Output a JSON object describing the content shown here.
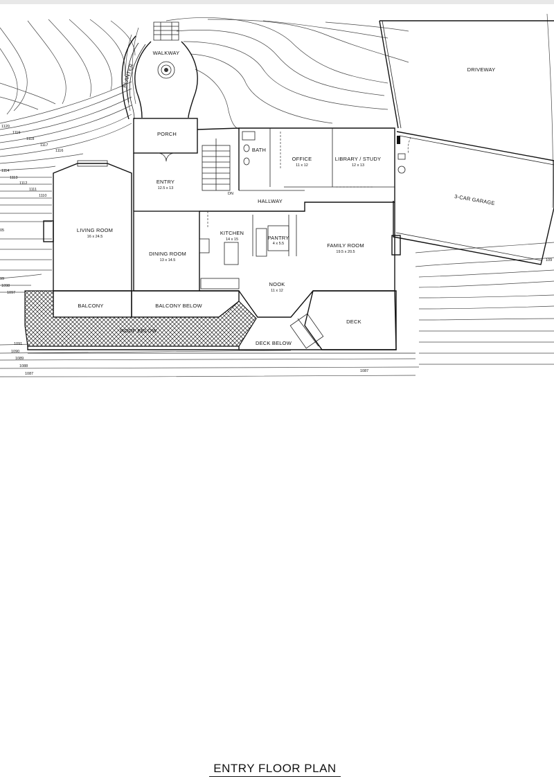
{
  "title": "ENTRY FLOOR PLAN",
  "rooms": {
    "walkway": {
      "name": "WALKWAY"
    },
    "planter": {
      "name": "PLANTER"
    },
    "driveway": {
      "name": "DRIVEWAY"
    },
    "porch": {
      "name": "PORCH"
    },
    "bath": {
      "name": "BATH"
    },
    "office": {
      "name": "OFFICE",
      "dim": "11 x 12"
    },
    "library": {
      "name": "LIBRARY / STUDY",
      "dim": "12 x 13"
    },
    "entry": {
      "name": "ENTRY",
      "dim": "12.5 x 13"
    },
    "dn": {
      "name": "DN"
    },
    "hallway": {
      "name": "HALLWAY"
    },
    "garage": {
      "name": "3-CAR GARAGE"
    },
    "living": {
      "name": "LIVING ROOM",
      "dim": "16 x 24.5"
    },
    "kitchen": {
      "name": "KITCHEN",
      "dim": "14 x 15"
    },
    "pantry": {
      "name": "PANTRY",
      "dim": "4 x 5.5"
    },
    "family": {
      "name": "FAMILY ROOM",
      "dim": "19.5 x 20.5"
    },
    "dining": {
      "name": "DINING ROOM",
      "dim": "13 x 14.5"
    },
    "nook": {
      "name": "NOOK",
      "dim": "11 x 12"
    },
    "balcony": {
      "name": "BALCONY"
    },
    "balcony_below": {
      "name": "BALCONY BELOW"
    },
    "deck": {
      "name": "DECK"
    },
    "roof_below": {
      "name": "ROOF BELOW"
    },
    "deck_below": {
      "name": "DECK BELOW"
    }
  },
  "contours": {
    "c1120": "1120",
    "c1119": "1119",
    "c1118": "1118",
    "c1117": "1117",
    "c1116": "1116",
    "c1114": "1114",
    "c1113": "1113",
    "c1112": "1112",
    "c1111": "1111",
    "c1110": "1110",
    "c1105": "05",
    "c1099": "99",
    "c1098": "1098",
    "c1097": "1097",
    "c1091": "1091",
    "c1090": "1090",
    "c1089": "1089",
    "c1088": "1088",
    "c1087": "1087",
    "c1087b": "1087",
    "c1096r": "109"
  }
}
